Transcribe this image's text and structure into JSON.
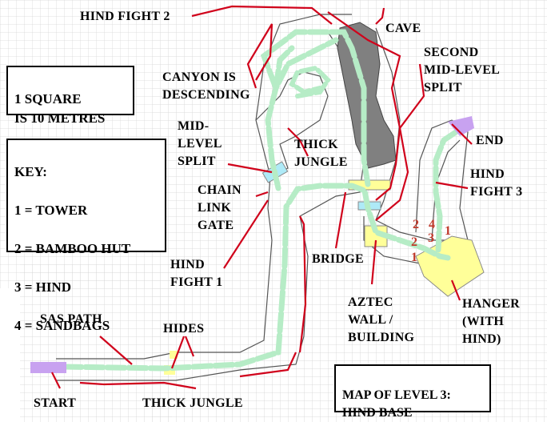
{
  "map": {
    "scale_note": "1 SQUARE\nIS 10 METRES",
    "key": {
      "title": "KEY:",
      "items": [
        "1 = TOWER",
        "2 = BAMBOO HUT",
        "3 = HIND",
        "4 = SANDBAGS"
      ]
    },
    "map_title": "MAP OF LEVEL 3:\nHIND BASE",
    "labels": {
      "hind_fight_2": "HIND FIGHT 2",
      "cave": "CAVE",
      "second_mid_level_split": "SECOND\nMID-LEVEL\nSPLIT",
      "canyon_descending": "CANYON IS\nDESCENDING",
      "mid_level_split": "MID-\nLEVEL\nSPLIT",
      "thick_jungle_top": "THICK\nJUNGLE",
      "end": "END",
      "hind_fight_3": "HIND\nFIGHT 3",
      "chain_link_gate": "CHAIN\nLINK\nGATE",
      "bridge": "BRIDGE",
      "hind_fight_1": "HIND\nFIGHT 1",
      "aztec_wall": "AZTEC\nWALL /\nBUILDING",
      "hanger": "HANGER\n(WITH\nHIND)",
      "sas_path": "SAS PATH",
      "hides": "HIDES",
      "start": "START",
      "thick_jungle_bottom": "THICK JUNGLE"
    },
    "markers": [
      {
        "text": "2",
        "name": "marker-bamboo-hut-a"
      },
      {
        "text": "4",
        "name": "marker-sandbags"
      },
      {
        "text": "1",
        "name": "marker-tower-a"
      },
      {
        "text": "2",
        "name": "marker-bamboo-hut-b"
      },
      {
        "text": "3",
        "name": "marker-hind"
      },
      {
        "text": "1",
        "name": "marker-tower-b"
      }
    ],
    "colors": {
      "path": "#b6ecc6",
      "pointer": "#d0021b",
      "zone": "#ffff99",
      "gate": "#aeeaf7",
      "cave": "#808080",
      "endpoint": "#c8a2f0",
      "grid": "#d4d4d4",
      "marker": "#c0392b"
    }
  }
}
